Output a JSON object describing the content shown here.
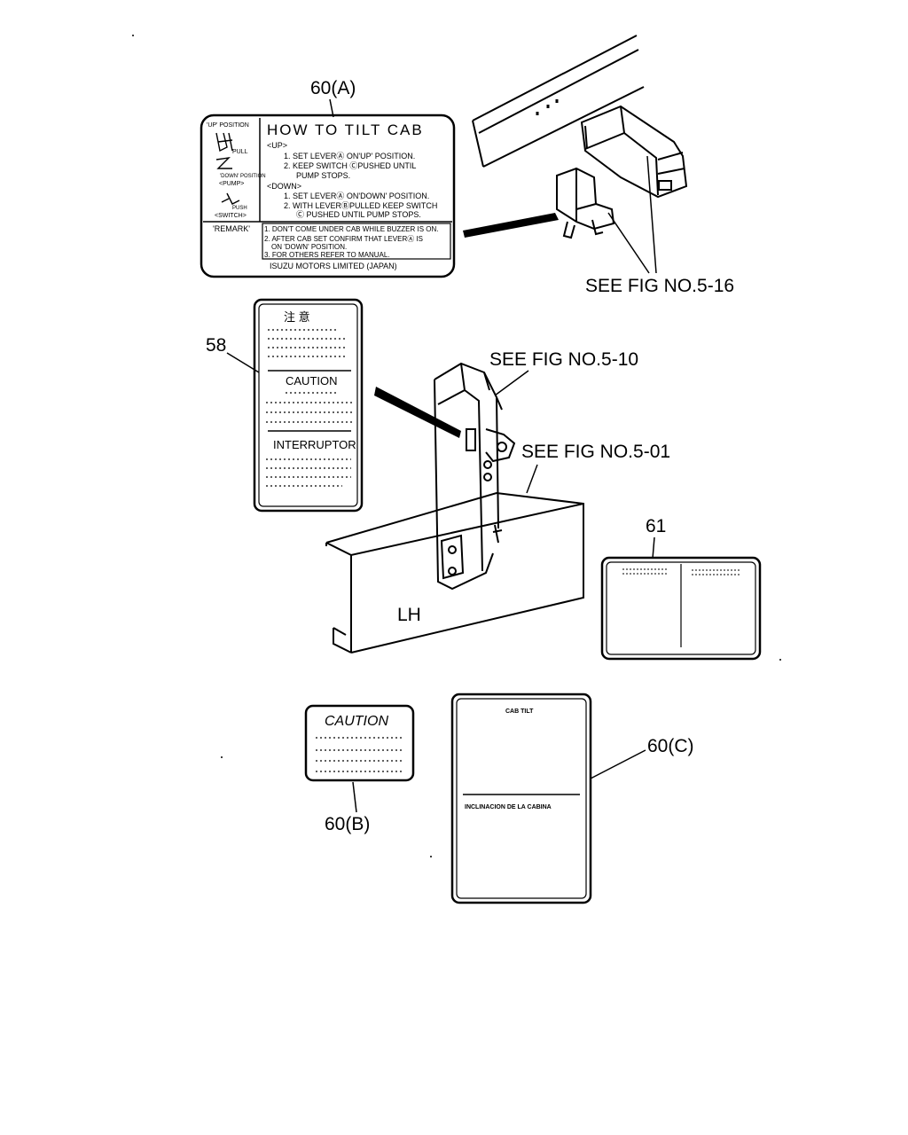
{
  "callouts": {
    "label_60a": "60(A)",
    "label_58": "58",
    "label_61": "61",
    "label_60b": "60(B)",
    "label_60c": "60(C)",
    "see_5_16": "SEE FIG NO.5-16",
    "see_5_10": "SEE FIG NO.5-10",
    "see_5_01": "SEE FIG NO.5-01",
    "side": "LH"
  },
  "label_60a": {
    "title": "HOW TO TILT CAB",
    "left_up_position": "'UP' POSITION",
    "left_down_position": "'DOWN' POSITION",
    "left_pull": "PULL",
    "left_pump": "<PUMP>",
    "left_push": "PUSH",
    "left_switch": "<SWITCH>",
    "up_header": "<UP>",
    "up_1": "1. SET LEVERⒶ ON'UP' POSITION.",
    "up_2a": "2. KEEP SWITCH ⒸPUSHED UNTIL",
    "up_2b": "PUMP STOPS.",
    "down_header": "<DOWN>",
    "down_1": "1. SET LEVERⒶ ON'DOWN' POSITION.",
    "down_2a": "2. WITH LEVERⒷPULLED KEEP SWITCH",
    "down_2b": "Ⓒ PUSHED UNTIL PUMP STOPS.",
    "remark_label": "'REMARK'",
    "remark_1": "1. DON'T COME UNDER CAB WHILE BUZZER IS ON.",
    "remark_2a": "2. AFTER CAB SET CONFIRM THAT LEVERⒶ IS",
    "remark_2b": "ON 'DOWN' POSITION.",
    "remark_3": "3. FOR OTHERS REFER TO MANUAL.",
    "maker": "ISUZU MOTORS LIMITED  (JAPAN)"
  },
  "label_58": {
    "heading_jp": "注  意",
    "heading_caution": "CAUTION",
    "heading_interruptor": "INTERRUPTOR"
  },
  "label_60b": {
    "heading": "CAUTION"
  },
  "label_60c": {
    "heading_top": "CAB TILT",
    "heading_bottom": "INCLINACION DE LA CABINA"
  }
}
